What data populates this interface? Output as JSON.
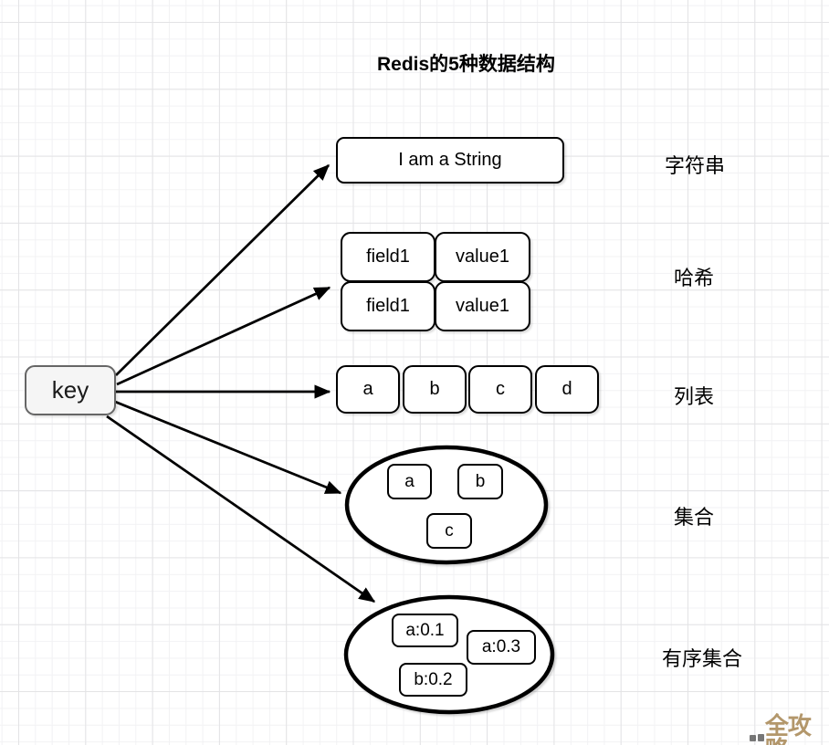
{
  "title": "Redis的5种数据结构",
  "key_node": {
    "label": "key"
  },
  "structures": [
    {
      "name": "string",
      "label": "字符串",
      "value": "I am a String"
    },
    {
      "name": "hash",
      "label": "哈希",
      "rows": [
        [
          "field1",
          "value1"
        ],
        [
          "field1",
          "value1"
        ]
      ]
    },
    {
      "name": "list",
      "label": "列表",
      "items": [
        "a",
        "b",
        "c",
        "d"
      ]
    },
    {
      "name": "set",
      "label": "集合",
      "items": [
        "a",
        "b",
        "c"
      ]
    },
    {
      "name": "sorted-set",
      "label": "有序集合",
      "items": [
        "a:0.1",
        "a:0.3",
        "b:0.2"
      ]
    }
  ],
  "watermark": {
    "text": "全攻略",
    "color": "#b3976b"
  },
  "colors": {
    "background": "#ffffff",
    "grid_minor": "#f2f2f4",
    "grid_major": "#e3e3e5",
    "stroke": "#000000",
    "key_fill": "#f5f5f5",
    "key_border": "#666666"
  }
}
